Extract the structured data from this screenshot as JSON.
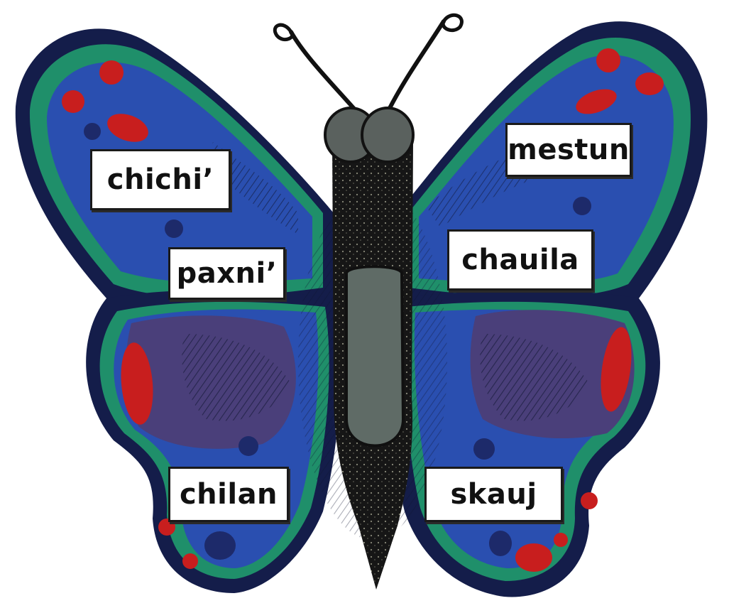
{
  "labels": {
    "chichi": "chichi’",
    "paxni": "paxni’",
    "chilan": "chilan",
    "mestun": "mestun",
    "chauila": "chauila",
    "skauj": "skauj"
  },
  "colors": {
    "background": "#ffffff",
    "wing_blue": "#2a4fb0",
    "wing_green": "#1f8f6a",
    "wing_outline": "#141d4a",
    "wing_purple": "#4a3f7a",
    "spots_red": "#c81e1e",
    "body_black": "#151515",
    "abdomen_gray": "#5f6b66",
    "eyes_gray": "#5a615e"
  },
  "icons": [
    "butterfly-illustration"
  ]
}
